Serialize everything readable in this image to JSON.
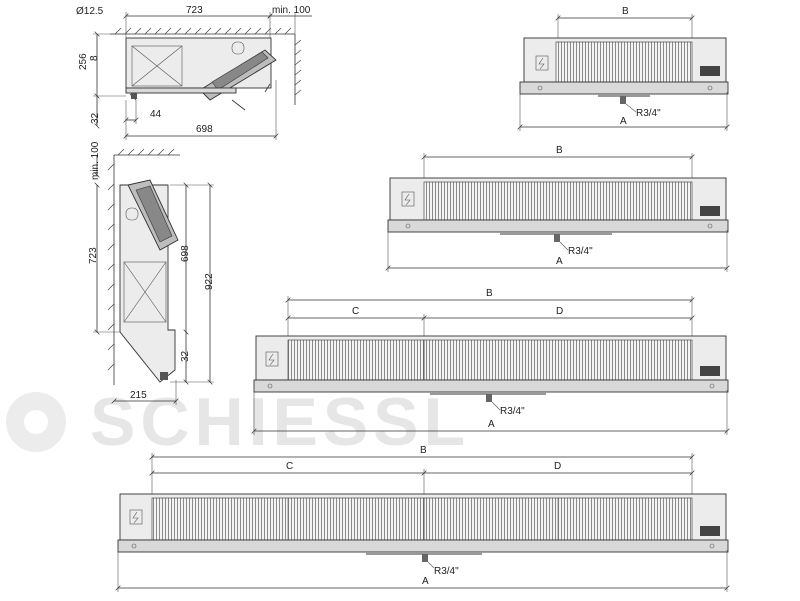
{
  "watermark": {
    "brand": "SCHIESSL"
  },
  "side_view": {
    "dim_diameter": "Ø12.5",
    "dim_depth": "723",
    "dim_clearance": "min. 100",
    "dim_height": "256",
    "dim_8": "8",
    "dim_32": "32",
    "dim_44": "44",
    "dim_698": "698"
  },
  "wall_view": {
    "dim_clearance": "min. 100",
    "dim_723": "723",
    "dim_698": "698",
    "dim_922": "922",
    "dim_32": "32",
    "dim_215": "215"
  },
  "units": [
    {
      "id": "unit-1",
      "dim_b": "B",
      "dim_a": "A",
      "drain": "R3/4\""
    },
    {
      "id": "unit-2",
      "dim_b": "B",
      "dim_a": "A",
      "drain": "R3/4\""
    },
    {
      "id": "unit-3",
      "dim_b": "B",
      "dim_c": "C",
      "dim_d": "D",
      "dim_a": "A",
      "drain": "R3/4\""
    },
    {
      "id": "unit-4",
      "dim_b": "B",
      "dim_c": "C",
      "dim_d": "D",
      "dim_a": "A",
      "drain": "R3/4\""
    }
  ],
  "colors": {
    "line": "#333333",
    "body": "#ececec",
    "fins": "#9a9a9a",
    "watermark": "#e6e6e6"
  }
}
